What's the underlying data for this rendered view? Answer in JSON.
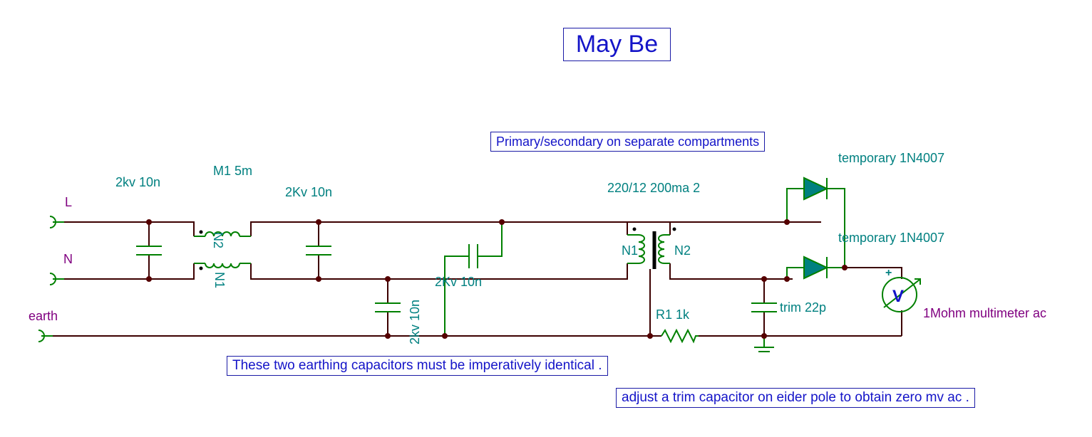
{
  "title": "May Be",
  "notes": {
    "primary_secondary": "Primary/secondary on separate compartments",
    "earthing": "These two earthing capacitors  must be imperatively identical .",
    "trim": "adjust a trim capacitor on eider pole to obtain zero mv ac ."
  },
  "terminals": {
    "line": "L",
    "neutral": "N",
    "earth": "earth"
  },
  "components": {
    "cap_input": "2kv 10n",
    "choke": "M1 5m",
    "choke_n2": "N2",
    "choke_n1": "N1",
    "cap_output": "2Kv 10n",
    "cap_series": "2Kv 10n",
    "cap_earth": "2kv 10n",
    "transformer": "220/12 200ma 2",
    "transformer_n1": "N1",
    "transformer_n2": "N2",
    "diode_top": "temporary 1N4007",
    "diode_bottom": "temporary 1N4007",
    "resistor": "R1 1k",
    "trim_cap": "trim 22p",
    "meter": "1Mohm multimeter ac",
    "meter_symbol": "V",
    "meter_plus": "+"
  },
  "colors": {
    "wire": "#3c0000",
    "component": "#008000",
    "label": "#008080",
    "terminal_label": "#800080",
    "note_text": "#1414c8",
    "junction": "#550000"
  },
  "icons": [
    "terminal-icon",
    "capacitor-icon",
    "inductor-icon",
    "transformer-icon",
    "diode-icon",
    "resistor-icon",
    "ground-icon",
    "voltmeter-icon"
  ]
}
